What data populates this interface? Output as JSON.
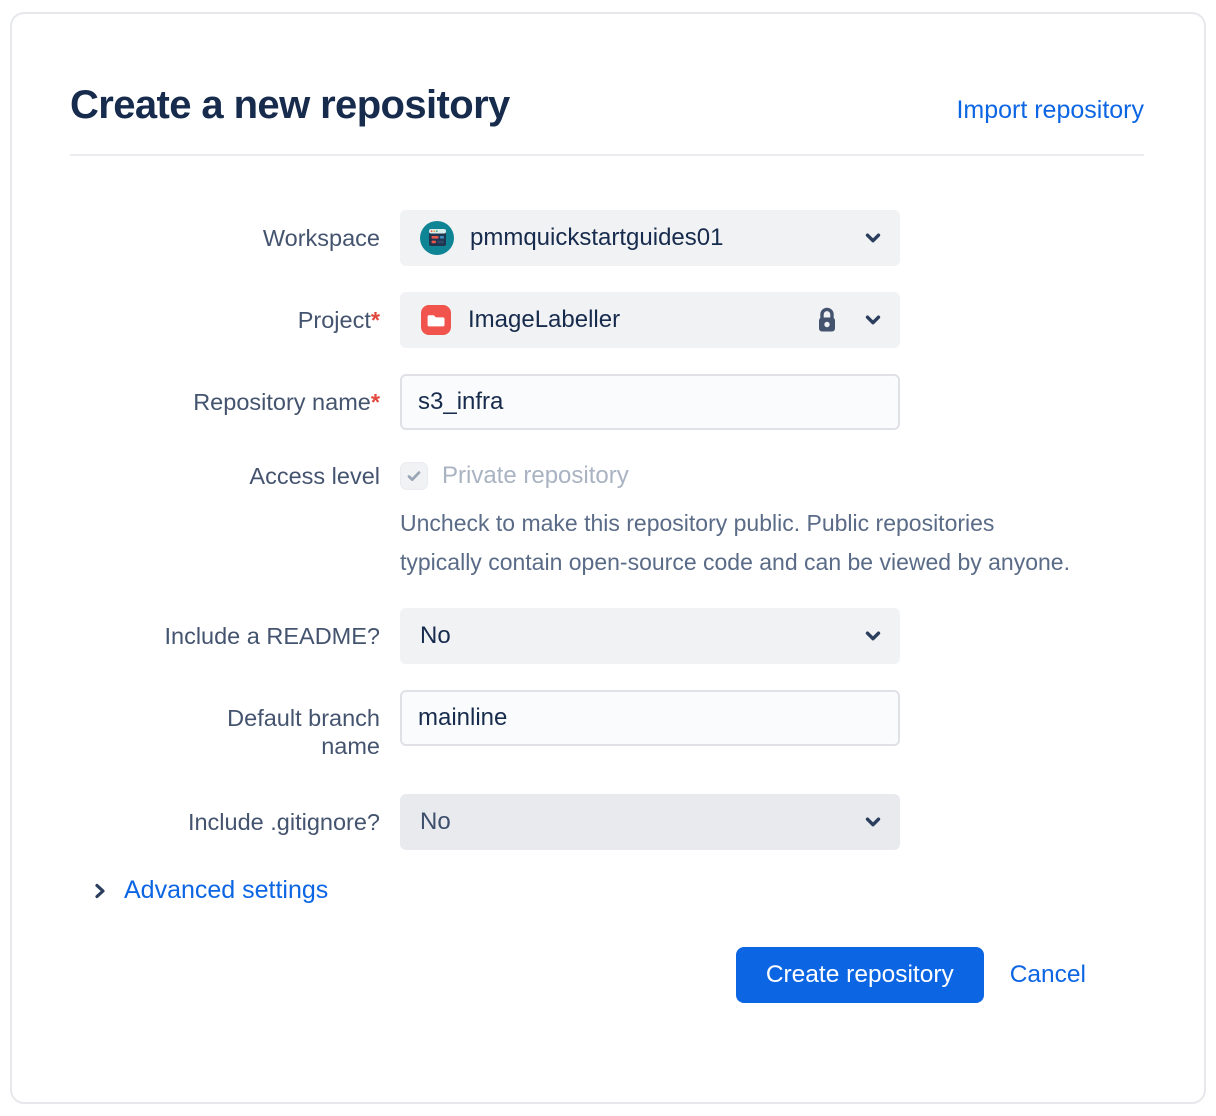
{
  "page": {
    "title": "Create a new repository",
    "import_link": "Import repository"
  },
  "form": {
    "workspace": {
      "label": "Workspace",
      "value": "pmmquickstartguides01"
    },
    "project": {
      "label": "Project",
      "required_mark": "*",
      "value": "ImageLabeller"
    },
    "repository_name": {
      "label": "Repository name",
      "required_mark": "*",
      "value": "s3_infra"
    },
    "access_level": {
      "label": "Access level",
      "checkbox_checked": true,
      "checkbox_label": "Private repository",
      "help_text": "Uncheck to make this repository public. Public repositories typically contain open-source code and can be viewed by anyone."
    },
    "readme": {
      "label": "Include a README?",
      "value": "No"
    },
    "default_branch": {
      "label": "Default branch name",
      "value": "mainline"
    },
    "gitignore": {
      "label": "Include .gitignore?",
      "value": "No"
    }
  },
  "advanced_settings": {
    "label": "Advanced settings"
  },
  "actions": {
    "create_label": "Create repository",
    "cancel_label": "Cancel"
  },
  "colors": {
    "title": "#172B4D",
    "link_blue": "#0C66E4",
    "primary_button": "#0C66E4",
    "label_slate": "#44546F",
    "required_red": "#E2483D",
    "workspace_avatar_teal": "#0E8494",
    "project_icon_red": "#F0544C",
    "field_bg": "#F1F2F4",
    "input_border": "#DFE1E6",
    "muted_text": "#A9B3C2",
    "help_text": "#5A6B87"
  }
}
